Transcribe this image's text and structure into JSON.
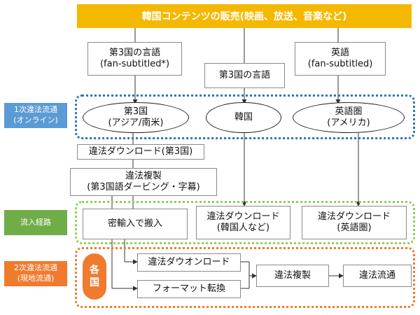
{
  "title": "韓国コンテンツの販売(映画、放送、音楽など)",
  "sources": {
    "third_language": {
      "line1": "第3国の言語",
      "line2": "(fan-subtitled*)"
    },
    "third_language_mid": "第3国の言語",
    "english": {
      "line1": "英語",
      "line2": "(fan-subtitled)"
    }
  },
  "stages": {
    "online": {
      "line1": "1次違法流通",
      "line2": "(オンライン)"
    },
    "route": "流入経路",
    "offline": {
      "line1": "2次違法流通",
      "line2": "(現地流通)"
    }
  },
  "regions": {
    "third_country": {
      "line1": "第3国",
      "line2": "(アジア/南米)"
    },
    "korea": "韓国",
    "english_sphere": {
      "line1": "英語圏",
      "line2": "(アメリカ)"
    }
  },
  "steps": {
    "download_third": "違法ダウンロード(第3国)",
    "copy_third": {
      "line1": "違法複製",
      "line2": "(第3国語ダービング・字幕)"
    },
    "smuggle": "密輸入で搬入",
    "download_korean": {
      "line1": "違法ダウンロード",
      "line2": "(韓国人など)"
    },
    "download_english": {
      "line1": "違法ダウンロード",
      "line2": "(英語圏)"
    },
    "local_download": "違法ダウオンロード",
    "format_convert": "フォーマット転換",
    "local_copy": "違法複製",
    "local_distribution": "違法流通"
  },
  "each_country": {
    "line1": "各",
    "line2": "国"
  },
  "colors": {
    "title_bg": "#f5b800",
    "online_side": "#5b9bd5",
    "online_border": "#2e75b6",
    "route_side": "#70ad47",
    "route_border": "#92d050",
    "offline_side": "#f07a2e",
    "offline_border": "#f07a2e"
  }
}
